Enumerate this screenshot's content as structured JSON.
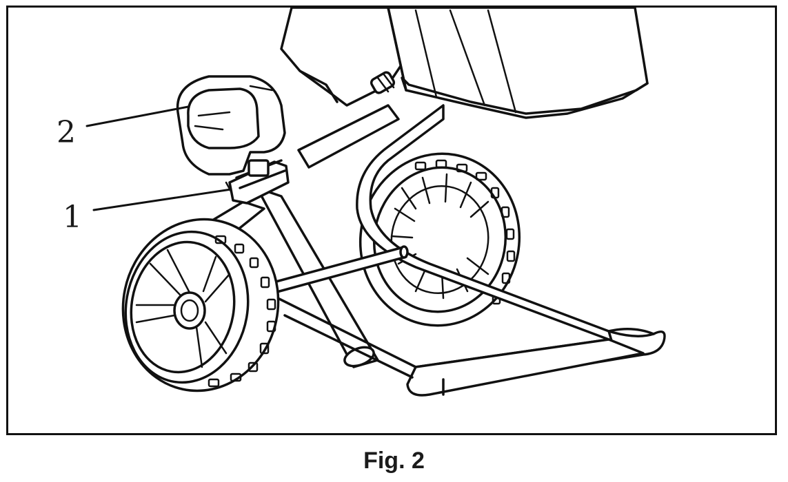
{
  "callouts": [
    {
      "id": "1",
      "label": "1"
    },
    {
      "id": "2",
      "label": "2"
    }
  ],
  "caption": "Fig. 2"
}
